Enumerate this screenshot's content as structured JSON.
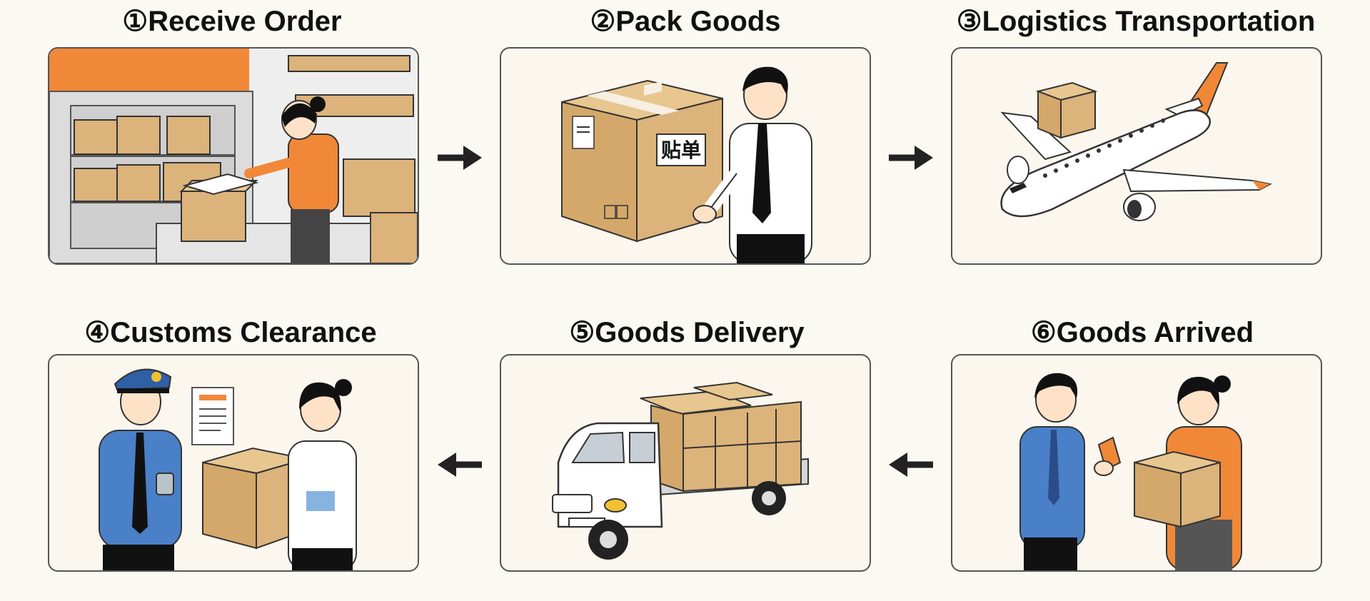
{
  "steps": [
    {
      "title": "①Receive Order"
    },
    {
      "title": "②Pack Goods"
    },
    {
      "title": "③Logistics Transportation"
    },
    {
      "title": "④Customs Clearance"
    },
    {
      "title": "⑤Goods Delivery"
    },
    {
      "title": "⑥Goods Arrived"
    }
  ],
  "box_label": "贴单",
  "colors": {
    "accent": "#f08838",
    "box": "#dcb37a",
    "uniform": "#4a80c8",
    "outline": "#222222"
  }
}
